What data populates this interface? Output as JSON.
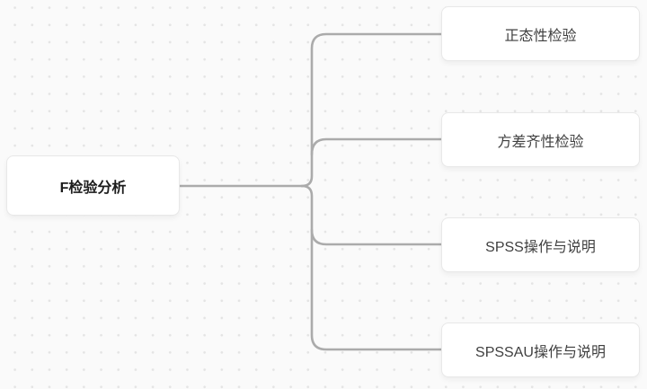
{
  "mindmap": {
    "root": {
      "label": "F检验分析"
    },
    "children": [
      {
        "label": "正态性检验"
      },
      {
        "label": "方差齐性检验"
      },
      {
        "label": "SPSS操作与说明"
      },
      {
        "label": "SPSSAU操作与说明"
      }
    ]
  },
  "colors": {
    "canvas_bg": "#fafafa",
    "dot_grid": "#e4e4e4",
    "connector": "#ababab",
    "node_bg": "#ffffff",
    "node_border": "#e8e8e8",
    "root_text": "#1c1c1c",
    "child_text": "#3f3f3f"
  }
}
